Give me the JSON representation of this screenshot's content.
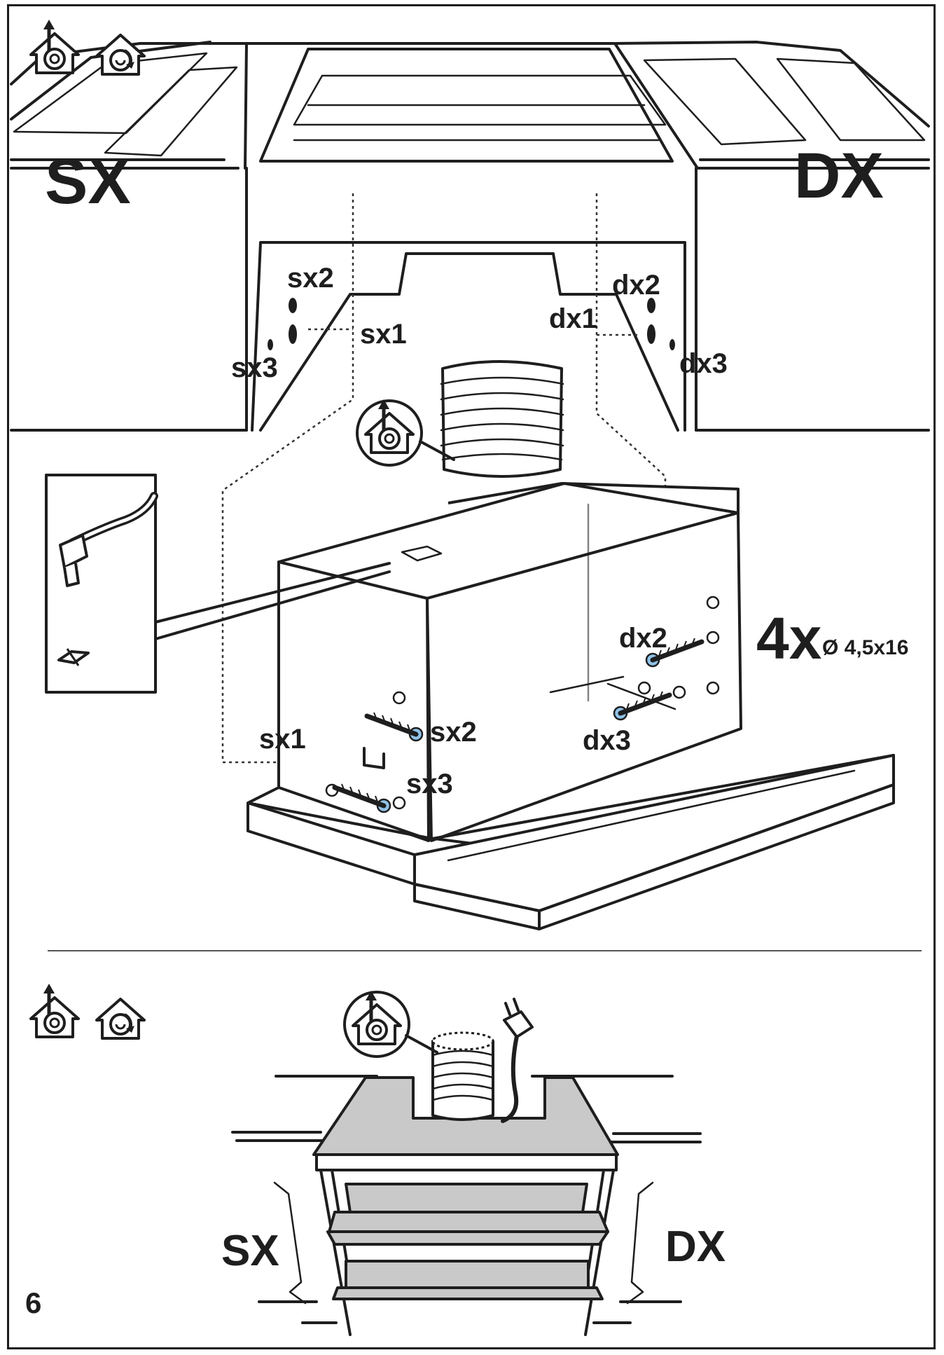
{
  "labels": {
    "top_left_side": "SX",
    "top_right_side": "DX",
    "bottom_left_side": "SX",
    "bottom_right_side": "DX",
    "cab_sx1": "sx1",
    "cab_sx2": "sx2",
    "cab_sx3": "sx3",
    "cab_dx1": "dx1",
    "cab_dx2": "dx2",
    "cab_dx3": "dx3",
    "hood_sx1": "sx1",
    "hood_sx2": "sx2",
    "hood_sx3": "sx3",
    "hood_dx2": "dx2",
    "hood_dx3": "dx3",
    "screw_quantity": "4x",
    "screw_spec": "Ø 4,5x16",
    "page_number": "6"
  },
  "icons": {
    "ducted_mode": "ducted-extraction-icon",
    "recirculation_mode": "recirculation-icon",
    "power_plug": "plug-icon",
    "cable_clip": "cable-clip-icon",
    "screw": "screw-icon"
  },
  "colors": {
    "line": "#1e1e1e",
    "screw_head": "#8fc3e8",
    "panel_fill": "#c9c9c9"
  }
}
